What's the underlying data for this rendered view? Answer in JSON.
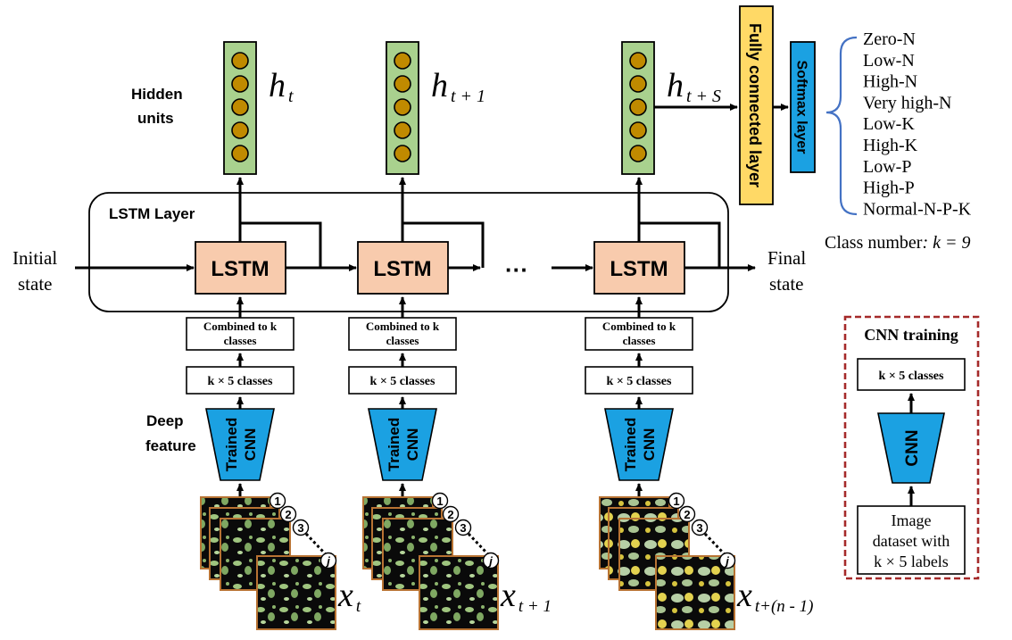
{
  "labels": {
    "hidden_units_1": "Hidden",
    "hidden_units_2": "units",
    "lstm_layer": "LSTM Layer",
    "initial_state_1": "Initial",
    "initial_state_2": "state",
    "final_state_1": "Final",
    "final_state_2": "state",
    "deep_feature_1": "Deep",
    "deep_feature_2": "feature",
    "fully_connected": "Fully connected layer",
    "softmax": "Softmax layer",
    "ellipsis": "···",
    "class_number_prefix": "Class number",
    "class_number_rest": ": k = 9"
  },
  "hidden": [
    {
      "sym": "h",
      "sub": "t"
    },
    {
      "sym": "h",
      "sub": "t + 1"
    },
    {
      "sym": "h",
      "sub": "t + S"
    }
  ],
  "timesteps": [
    {
      "lstm": "LSTM",
      "combined_1": "Combined to k",
      "combined_2": "classes",
      "kx5": "k × 5 classes",
      "cnn_1": "Trained",
      "cnn_2": "CNN",
      "x_sym": "x",
      "x_sub": "t"
    },
    {
      "lstm": "LSTM",
      "combined_1": "Combined to k",
      "combined_2": "classes",
      "kx5": "k × 5 classes",
      "cnn_1": "Trained",
      "cnn_2": "CNN",
      "x_sym": "x",
      "x_sub": "t + 1"
    },
    {
      "lstm": "LSTM",
      "combined_1": "Combined to k",
      "combined_2": "classes",
      "kx5": "k × 5 classes",
      "cnn_1": "Trained",
      "cnn_2": "CNN",
      "x_sym": "x",
      "x_sub": "t+(n - 1)"
    }
  ],
  "stack_markers": [
    "1",
    "2",
    "3",
    "j"
  ],
  "classes": [
    "Zero-N",
    "Low-N",
    "High-N",
    "Very high-N",
    "Low-K",
    "High-K",
    "Low-P",
    "High-P",
    "Normal-N-P-K"
  ],
  "cnn_training": {
    "title": "CNN training",
    "kx5": "k × 5 classes",
    "cnn": "CNN",
    "dataset_1": "Image",
    "dataset_2": "dataset with",
    "dataset_3": "k × 5 labels"
  },
  "colors": {
    "hidden_fill": "#a9d18e",
    "unit_fill": "#c08a00",
    "lstm_fill": "#f8cbad",
    "cnn_fill": "#1ba1e2",
    "fc_fill": "#ffd966",
    "softmax_fill": "#1ba1e2",
    "dashed_border": "#a52a2a",
    "brace": "#4472c4",
    "photo_border": "#b87333",
    "photo_bg": "#0a0a0a"
  }
}
